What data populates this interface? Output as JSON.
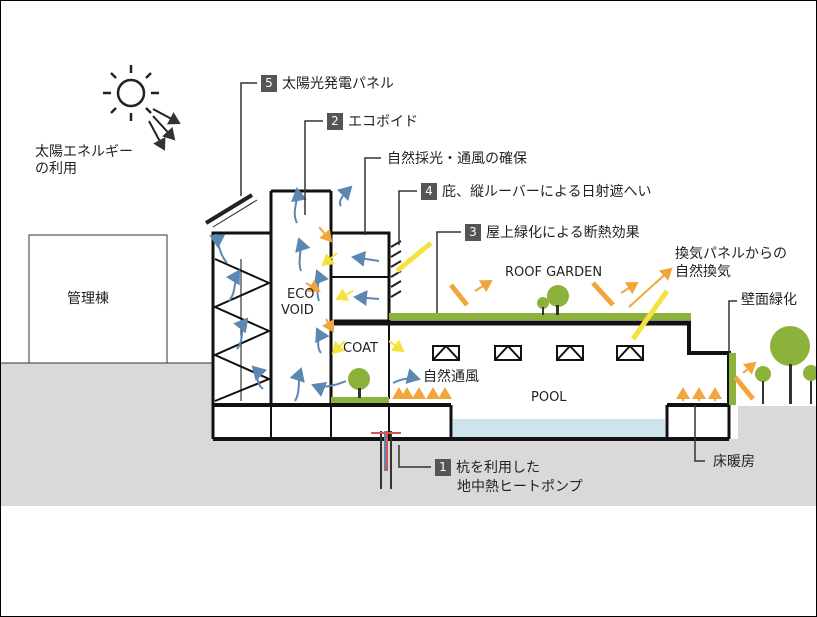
{
  "labels": {
    "solar_energy_1": "太陽エネルギー",
    "solar_energy_2": "の利用",
    "admin_building": "管理棟",
    "eco": "ECO",
    "void": "VOID",
    "coat": "COAT",
    "roof_garden": "ROOF GARDEN",
    "natural_ventilation": "自然通風",
    "pool": "POOL",
    "vent_panel_1": "換気パネルからの",
    "vent_panel_2": "自然換気",
    "wall_greening": "壁面緑化",
    "floor_heating": "床暖房",
    "daylight": "自然採光・通風の確保",
    "ground_heat_2": "地中熱ヒートポンプ"
  },
  "callouts": [
    {
      "num": "5",
      "text": "太陽光発電パネル"
    },
    {
      "num": "2",
      "text": "エコボイド"
    },
    {
      "num": "4",
      "text": "庇、縦ルーバーによる日射遮へい"
    },
    {
      "num": "3",
      "text": "屋上緑化による断熱効果"
    },
    {
      "num": "1",
      "text": "杭を利用した"
    }
  ],
  "colors": {
    "ground": "#d9d9d9",
    "pool_water": "#cfe3ec",
    "green": "#8db23b",
    "orange_arrow": "#f0a63b",
    "yellow_arrow": "#f5e23c",
    "blue_arrow": "#5d87b3",
    "structure": "#111111"
  }
}
